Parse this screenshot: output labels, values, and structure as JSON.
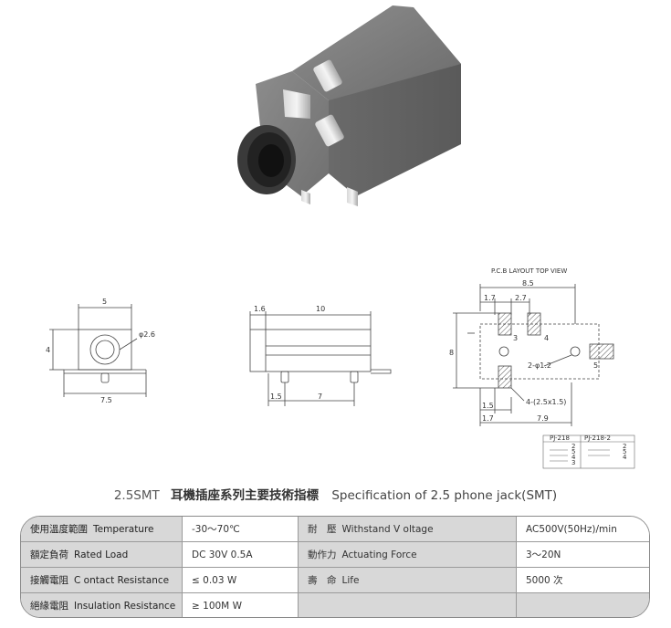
{
  "drawing": {
    "front_dims": {
      "width": "5",
      "height": "4",
      "hole": "φ2.6",
      "base": "7.5"
    },
    "side_dims": {
      "top_a": "1.6",
      "top_b": "10",
      "bot_a": "1.5",
      "bot_b": "7"
    },
    "pcb": {
      "title": "P.C.B LAYOUT    TOP VIEW",
      "overall": "8.5",
      "d1": "1.7",
      "d2": "2.7",
      "height": "8",
      "hole": "2-φ1.2",
      "pads": "4-(2.5x1.5)",
      "b1": "1.5",
      "b2": "1.7",
      "b3": "7.9",
      "pin3": "3",
      "pin4": "4",
      "pin5": "5"
    },
    "schematic": {
      "left_title": "PJ-218",
      "right_title": "PJ-218-2",
      "left_pins": [
        "2",
        "5",
        "4",
        "3"
      ],
      "right_pins": [
        "2",
        "5",
        "4"
      ]
    }
  },
  "spec": {
    "code": "2.5SMT",
    "title_zh": "耳機插座系列主要技術指標",
    "title_en": "Specification of 2.5 phone jack(SMT)"
  },
  "table": {
    "rows": [
      {
        "zh1": "使用溫度範圍",
        "en1": "Temperature",
        "val1": "-30～70℃",
        "zh2": "耐　壓",
        "en2": "Withstand V oltage",
        "val2": "AC500V(50Hz)/min"
      },
      {
        "zh1": "額定負荷",
        "en1": "Rated Load",
        "val1": "DC  30V  0.5A",
        "zh2": "動作力",
        "en2": "Actuating Force",
        "val2": "3～20N"
      },
      {
        "zh1": "接觸電阻",
        "en1": "C ontact Resistance",
        "val1": "≤ 0.03 W",
        "zh2": "壽　命",
        "en2": "Life",
        "val2": "5000 次"
      },
      {
        "zh1": "絕緣電阻",
        "en1": "Insulation Resistance",
        "val1": "≥ 100M W",
        "zh2": "",
        "en2": "",
        "val2": ""
      }
    ]
  }
}
